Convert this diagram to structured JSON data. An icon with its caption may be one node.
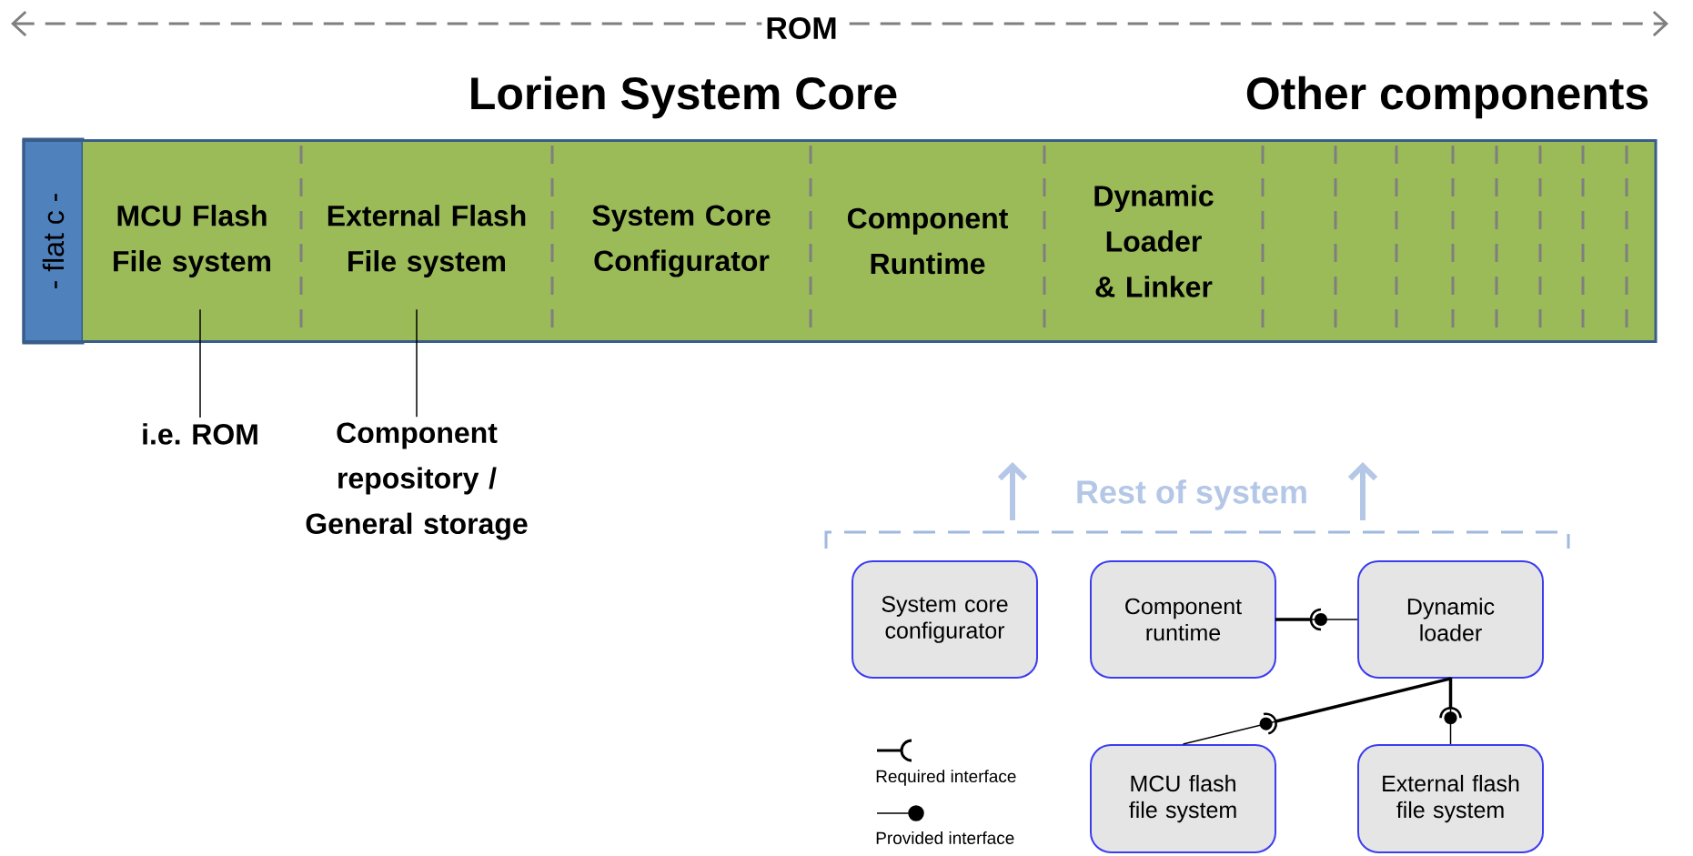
{
  "diagram": {
    "nodes": [
      {
        "text": [
          "- flat c -"
        ]
      },
      {
        "text": [
          "MCU Flash File system"
        ]
      },
      {
        "text": [
          "External Flash File system"
        ]
      },
      {
        "text": [
          "System Core Configurator"
        ]
      },
      {
        "text": [
          "Component Runtime"
        ]
      },
      {
        "text": [
          "Dynamic Loader & Linker"
        ]
      },
      {
        "text": [
          "i.e. ROM"
        ]
      },
      {
        "text": [
          "Component repository / General storage"
        ]
      },
      {
        "text": [
          "System core configurator"
        ]
      },
      {
        "text": [
          "Component runtime"
        ]
      },
      {
        "text": [
          "Dynamic loader"
        ]
      },
      {
        "text": [
          "MCU flash file system"
        ]
      },
      {
        "text": [
          "External flash file system"
        ]
      }
    ],
    "edges": [
      {
        "from": 6,
        "to": 1,
        "arrow": "none"
      },
      {
        "from": 7,
        "to": 2,
        "arrow": "none"
      },
      {
        "from": 9,
        "to": 10,
        "arrow": "none"
      },
      {
        "from": 10,
        "to": 11,
        "arrow": "none"
      },
      {
        "from": 10,
        "to": 12,
        "arrow": "none"
      }
    ],
    "labels": [
      "ROM",
      "Lorien System Core",
      "Other components",
      "Rest of system"
    ],
    "legend": [
      {
        "text": "Required interface"
      },
      {
        "text": "Provided interface"
      }
    ]
  }
}
